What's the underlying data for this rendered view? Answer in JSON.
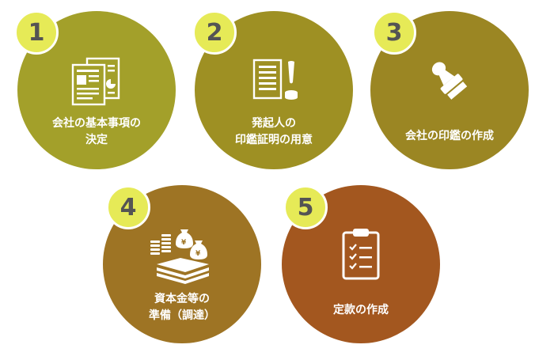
{
  "colors": {
    "step1": "#a3a02a",
    "step2": "#9e9023",
    "step3": "#9b8623",
    "step4": "#9e7424",
    "step5": "#a3571f",
    "badge": "#e6ea57",
    "badge_text": "#545454"
  },
  "steps": [
    {
      "number": "1",
      "label": "会社の基本事項の\n決定",
      "icon": "documents-icon"
    },
    {
      "number": "2",
      "label": "発起人の\n印鑑証明の用意",
      "icon": "certificate-stamp-icon"
    },
    {
      "number": "3",
      "label": "会社の印鑑の作成",
      "icon": "seal-stamp-icon"
    },
    {
      "number": "4",
      "label": "資本金等の\n準備（調達）",
      "icon": "money-icon"
    },
    {
      "number": "5",
      "label": "定款の作成",
      "icon": "clipboard-checklist-icon"
    }
  ]
}
